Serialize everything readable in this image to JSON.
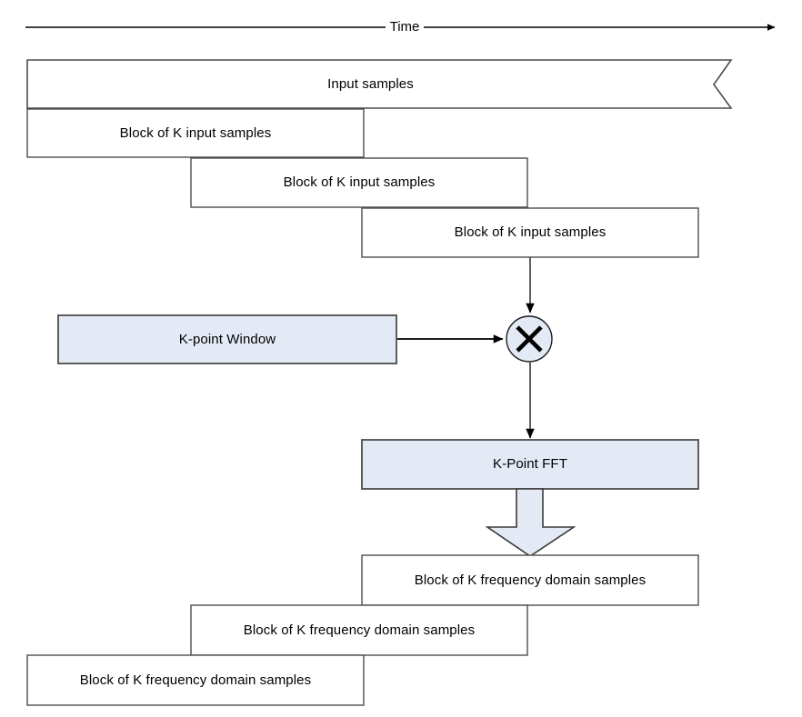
{
  "diagram": {
    "title_axis": "Time",
    "colors": {
      "fill_plain": "#ffffff",
      "fill_accent": "#e3eaf5",
      "stroke_dark": "#3a3a3a",
      "stroke_black": "#000000",
      "text": "#000000",
      "background": "#ffffff"
    },
    "axis": {
      "label": "Time",
      "direction": "left-to-right",
      "arrow_icon": "arrow-right-icon"
    },
    "nodes": {
      "input_samples": {
        "label": "Input samples",
        "shape": "torn-edge-banner",
        "fill": "#ffffff"
      },
      "input_blocks": [
        {
          "label": "Block of K input samples",
          "index": 1
        },
        {
          "label": "Block of K input samples",
          "index": 2
        },
        {
          "label": "Block of K input samples",
          "index": 3
        }
      ],
      "window": {
        "label": "K-point Window",
        "shape": "rectangle",
        "fill": "#e3eaf5"
      },
      "multiplier": {
        "label": "×",
        "icon": "multiply-icon",
        "shape": "circle",
        "fill": "#e3eaf5"
      },
      "fft": {
        "label": "K-Point FFT",
        "shape": "rectangle",
        "fill": "#e3eaf5"
      },
      "output_blocks": [
        {
          "label": "Block of K frequency domain samples",
          "index": 1
        },
        {
          "label": "Block of K frequency domain samples",
          "index": 2
        },
        {
          "label": "Block of K frequency domain samples",
          "index": 3
        }
      ]
    },
    "connectors": [
      {
        "name": "block3-to-multiplier",
        "type": "thin-arrow",
        "direction": "down"
      },
      {
        "name": "window-to-multiplier",
        "type": "thin-arrow",
        "direction": "right"
      },
      {
        "name": "multiplier-to-fft",
        "type": "thin-arrow",
        "direction": "down"
      },
      {
        "name": "fft-to-output",
        "type": "block-arrow",
        "direction": "down"
      }
    ]
  }
}
